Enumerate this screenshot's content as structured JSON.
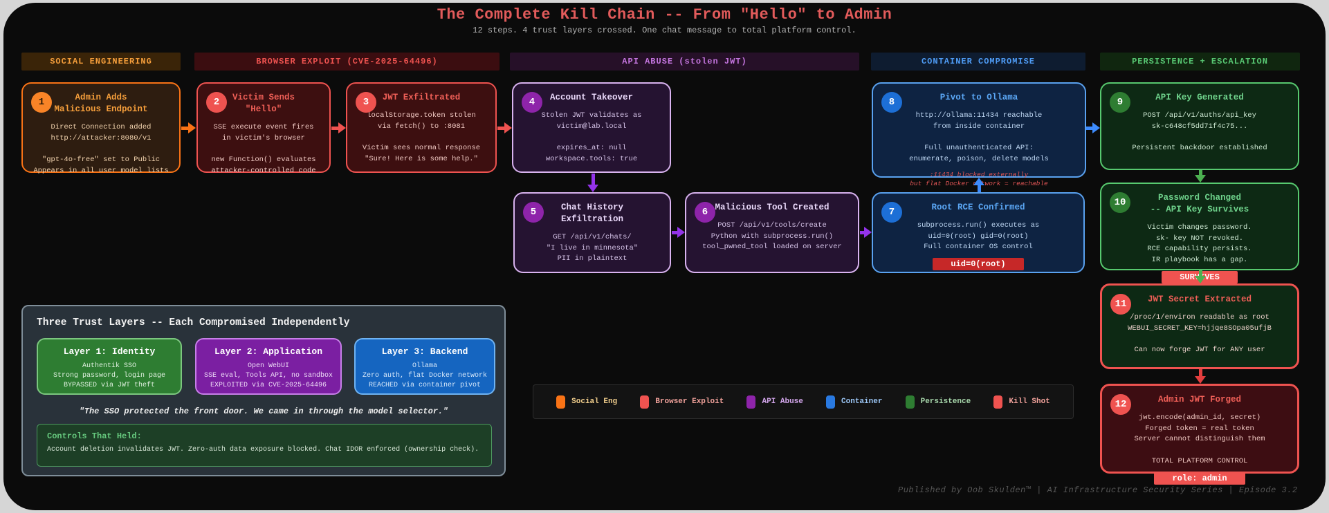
{
  "title": "The Complete Kill Chain -- From \"Hello\" to Admin",
  "subtitle": "12 steps. 4 trust layers crossed. One chat message to total platform control.",
  "phases": {
    "social": {
      "label": "SOCIAL ENGINEERING",
      "color": "#f59e3b"
    },
    "browser": {
      "label": "BROWSER EXPLOIT (CVE-2025-64496)",
      "color": "#ef5350"
    },
    "api": {
      "label": "API ABUSE (stolen JWT)",
      "color": "#c576e0"
    },
    "container": {
      "label": "CONTAINER COMPROMISE",
      "color": "#4f9cf5"
    },
    "persistence": {
      "label": "PERSISTENCE + ESCALATION",
      "color": "#58c873"
    }
  },
  "steps": [
    {
      "num": "1",
      "title": "Admin Adds\nMalicious Endpoint",
      "body": "Direct Connection added\nhttp://attacker:8080/v1\n\n\"gpt-4o-free\" set to Public\nAppears in all user model lists"
    },
    {
      "num": "2",
      "title": "Victim Sends\n\"Hello\"",
      "body": "SSE execute event fires\nin victim's browser\n\nnew Function() evaluates\nattacker-controlled code"
    },
    {
      "num": "3",
      "title": "JWT Exfiltrated",
      "body": "localStorage.token stolen\nvia fetch() to :8081\n\nVictim sees normal response\n\"Sure! Here is some help.\""
    },
    {
      "num": "4",
      "title": "Account Takeover",
      "body": "Stolen JWT validates as\nvictim@lab.local\n\nexpires_at: null\nworkspace.tools: true"
    },
    {
      "num": "5",
      "title": "Chat History\nExfiltration",
      "body": "GET /api/v1/chats/\n\"I live in minnesota\"\nPII in plaintext"
    },
    {
      "num": "6",
      "title": "Malicious Tool Created",
      "body": "POST /api/v1/tools/create\nPython with subprocess.run()\ntool_pwned_tool loaded on server"
    },
    {
      "num": "7",
      "title": "Root RCE Confirmed",
      "body": "subprocess.run() executes as\nuid=0(root) gid=0(root)\nFull container OS control",
      "badge": "uid=0(root)"
    },
    {
      "num": "8",
      "title": "Pivot to Ollama",
      "body": "http://ollama:11434 reachable\nfrom inside container\n\nFull unauthenticated API:\nenumerate, poison, delete models",
      "note": ":11434 blocked externally\nbut flat Docker network = reachable"
    },
    {
      "num": "9",
      "title": "API Key Generated",
      "body": "POST /api/v1/auths/api_key\nsk-c648cf5dd71f4c75...\n\nPersistent backdoor established"
    },
    {
      "num": "10",
      "title": "Password Changed\n-- API Key Survives",
      "body": "Victim changes password.\nsk- key NOT revoked.\nRCE capability persists.\nIR playbook has a gap.",
      "badge": "SURVIVES"
    },
    {
      "num": "11",
      "title": "JWT Secret Extracted",
      "body": "/proc/1/environ readable as root\nWEBUI_SECRET_KEY=hjjqe8SOpa05ufjB\n\nCan now forge JWT for ANY user"
    },
    {
      "num": "12",
      "title": "Admin JWT Forged",
      "body": "jwt.encode(admin_id, secret)\nForged token = real token\nServer cannot distinguish them\n\nTOTAL PLATFORM CONTROL",
      "badge": "role: admin"
    }
  ],
  "trust_panel": {
    "title": "Three Trust Layers -- Each Compromised Independently",
    "layers": [
      {
        "title": "Layer 1: Identity",
        "body": "Authentik SSO\nStrong password, login page\nBYPASSED via JWT theft",
        "color": "#2e7d32"
      },
      {
        "title": "Layer 2: Application",
        "body": "Open WebUI\nSSE eval, Tools API, no sandbox\nEXPLOITED via CVE-2025-64496",
        "color": "#7b1fa2"
      },
      {
        "title": "Layer 3: Backend",
        "body": "Ollama\nZero auth, flat Docker network\nREACHED via container pivot",
        "color": "#1565c0"
      }
    ],
    "quote": "\"The SSO protected the front door. We came in through the model selector.\"",
    "controls_title": "Controls That Held:",
    "controls_body": "Account deletion invalidates JWT. Zero-auth data exposure blocked. Chat IDOR enforced (ownership check)."
  },
  "legend": {
    "items": [
      {
        "label": "Social Eng",
        "color": "#f97316"
      },
      {
        "label": "Browser Exploit",
        "color": "#ef5350"
      },
      {
        "label": "API Abuse",
        "color": "#8e24aa"
      },
      {
        "label": "Container",
        "color": "#2979e0"
      },
      {
        "label": "Persistence",
        "color": "#2e7d32"
      },
      {
        "label": "Kill Shot",
        "color": "#ef5350"
      }
    ]
  },
  "footer": "Published by Oob Skulden™ | AI Infrastructure Security Series | Episode 3.2"
}
